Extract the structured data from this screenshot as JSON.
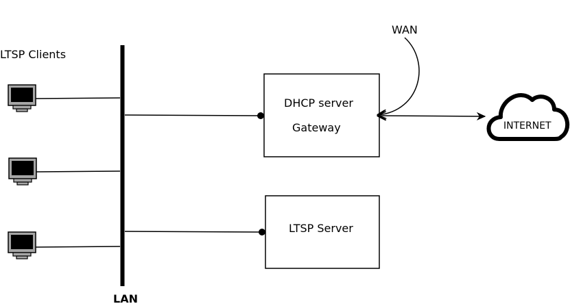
{
  "labels": {
    "clients": "LTSP Clients",
    "lan": "LAN",
    "wan": "WAN",
    "dhcp_line1": "DHCP server",
    "dhcp_line2": "Gateway",
    "ltsp_server": "LTSP Server",
    "internet": "INTERNET"
  },
  "icons": {
    "client": "monitor-icon",
    "internet": "cloud-icon"
  },
  "colors": {
    "stroke": "#000000",
    "monitor_bezel": "#a6a6a6",
    "monitor_screen": "#000000"
  }
}
